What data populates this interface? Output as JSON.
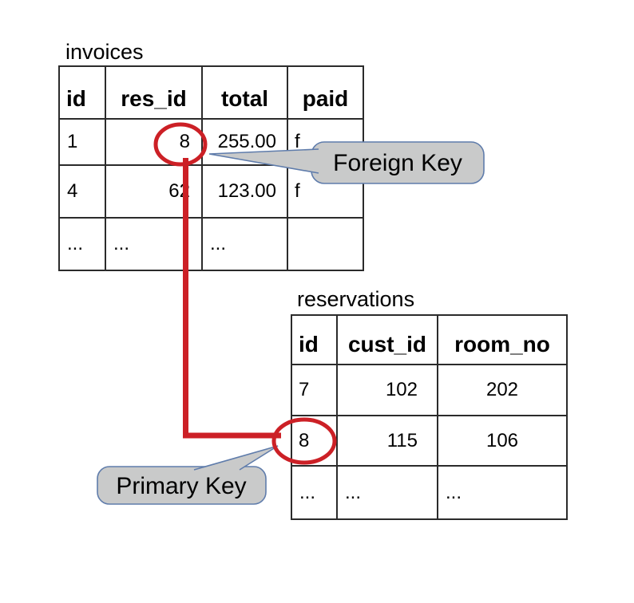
{
  "diagram": {
    "invoices": {
      "title": "invoices",
      "headers": [
        "id",
        "res_id",
        "total",
        "paid"
      ],
      "rows": [
        [
          "1",
          "8",
          "255.00",
          "f"
        ],
        [
          "4",
          "62",
          "123.00",
          "f"
        ],
        [
          "...",
          "...",
          "...",
          ""
        ]
      ]
    },
    "reservations": {
      "title": "reservations",
      "headers": [
        "id",
        "cust_id",
        "room_no"
      ],
      "rows": [
        [
          "7",
          "102",
          "202"
        ],
        [
          "8",
          "115",
          "106"
        ],
        [
          "...",
          "...",
          "..."
        ]
      ]
    },
    "callouts": {
      "foreign_key_label": "Foreign Key",
      "primary_key_label": "Primary Key"
    },
    "annotations": {
      "circled_foreign_key_value": "8",
      "circled_foreign_key_location": "invoices.res_id row 1",
      "circled_primary_key_value": "8",
      "circled_primary_key_location": "reservations.id row 2"
    },
    "colors": {
      "highlight_red": "#cc2026",
      "callout_fill": "#c9caca",
      "callout_border": "#5f7cab",
      "table_border": "#2b2b2b",
      "text": "#000000"
    }
  }
}
